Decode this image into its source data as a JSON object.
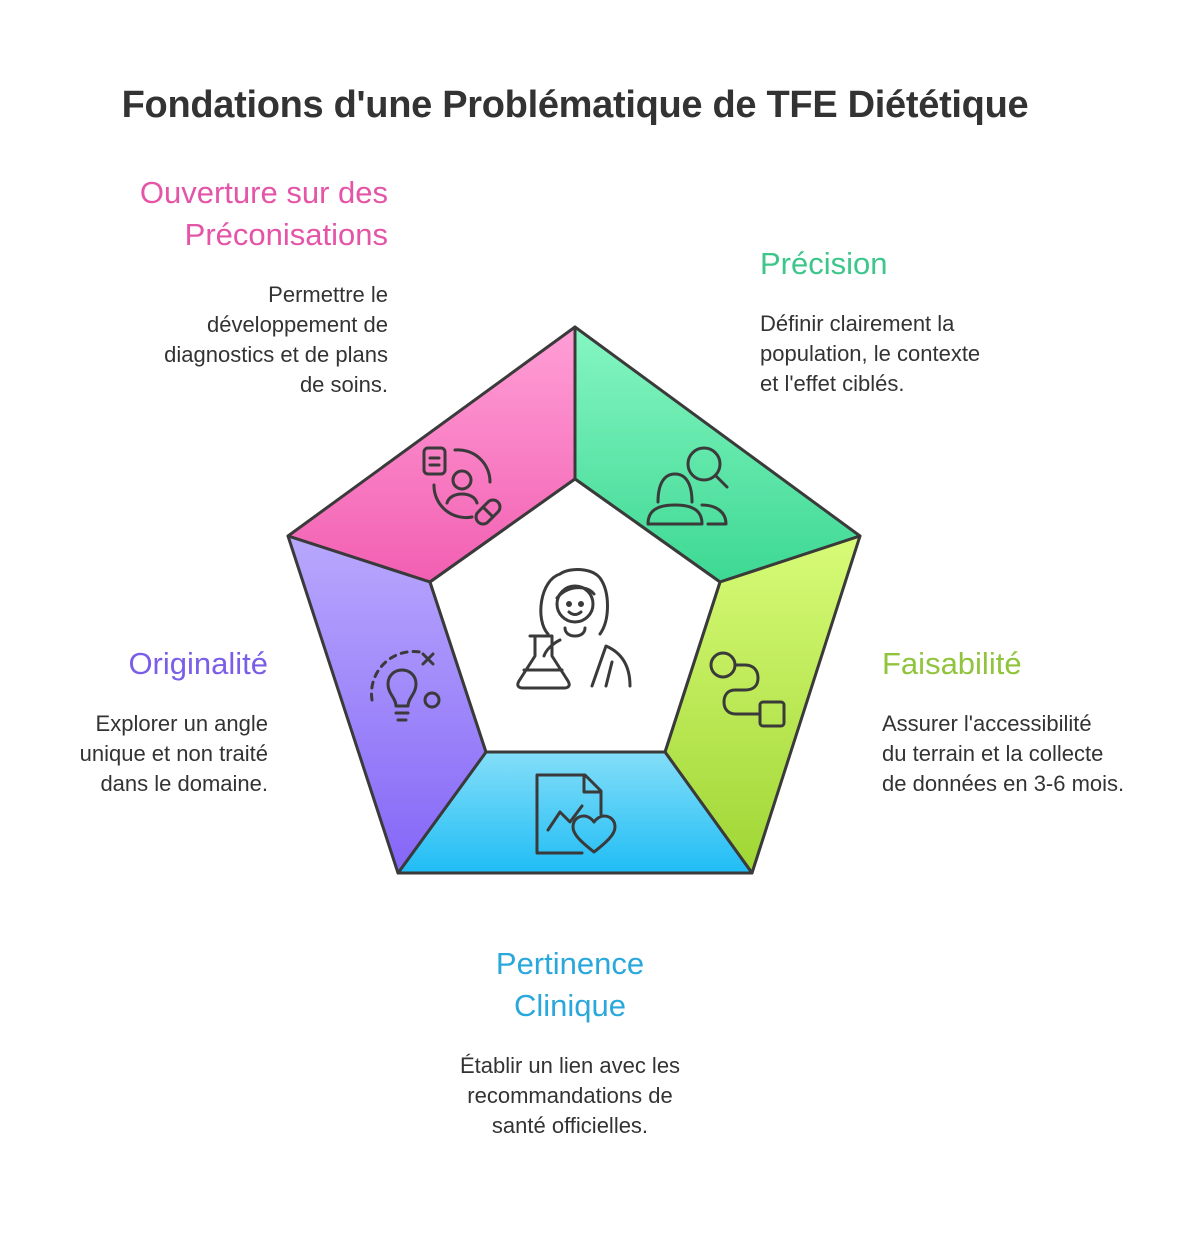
{
  "title": "Fondations d'une Problématique de TFE Diététique",
  "colors": {
    "preconisations": "#e455a8",
    "precision": "#3cc68a",
    "faisabilite": "#90c43c",
    "pertinence": "#2aa8dc",
    "originalite": "#7a5ee8"
  },
  "center_icon": "dietitian-with-flask-icon",
  "segments": [
    {
      "id": "preconisations",
      "title_lines": [
        "Ouverture sur des",
        "Préconisations"
      ],
      "desc_lines": [
        "Permettre le",
        "développement de",
        "diagnostics et de plans",
        "de soins."
      ],
      "icon": "patient-care-plan-icon"
    },
    {
      "id": "precision",
      "title_lines": [
        "Précision"
      ],
      "desc_lines": [
        "Définir clairement la",
        "population, le contexte",
        "et l'effet ciblés."
      ],
      "icon": "population-search-icon"
    },
    {
      "id": "faisabilite",
      "title_lines": [
        "Faisabilité"
      ],
      "desc_lines": [
        "Assurer l'accessibilité",
        "du terrain et la collecte",
        "de données en 3-6 mois."
      ],
      "icon": "workflow-path-icon"
    },
    {
      "id": "pertinence",
      "title_lines": [
        "Pertinence",
        "Clinique"
      ],
      "desc_lines": [
        "Établir un lien avec les",
        "recommandations de",
        "santé officielles."
      ],
      "icon": "health-report-icon"
    },
    {
      "id": "originalite",
      "title_lines": [
        "Originalité"
      ],
      "desc_lines": [
        "Explorer un angle",
        "unique et non traité",
        "dans le domaine."
      ],
      "icon": "idea-lightbulb-icon"
    }
  ]
}
